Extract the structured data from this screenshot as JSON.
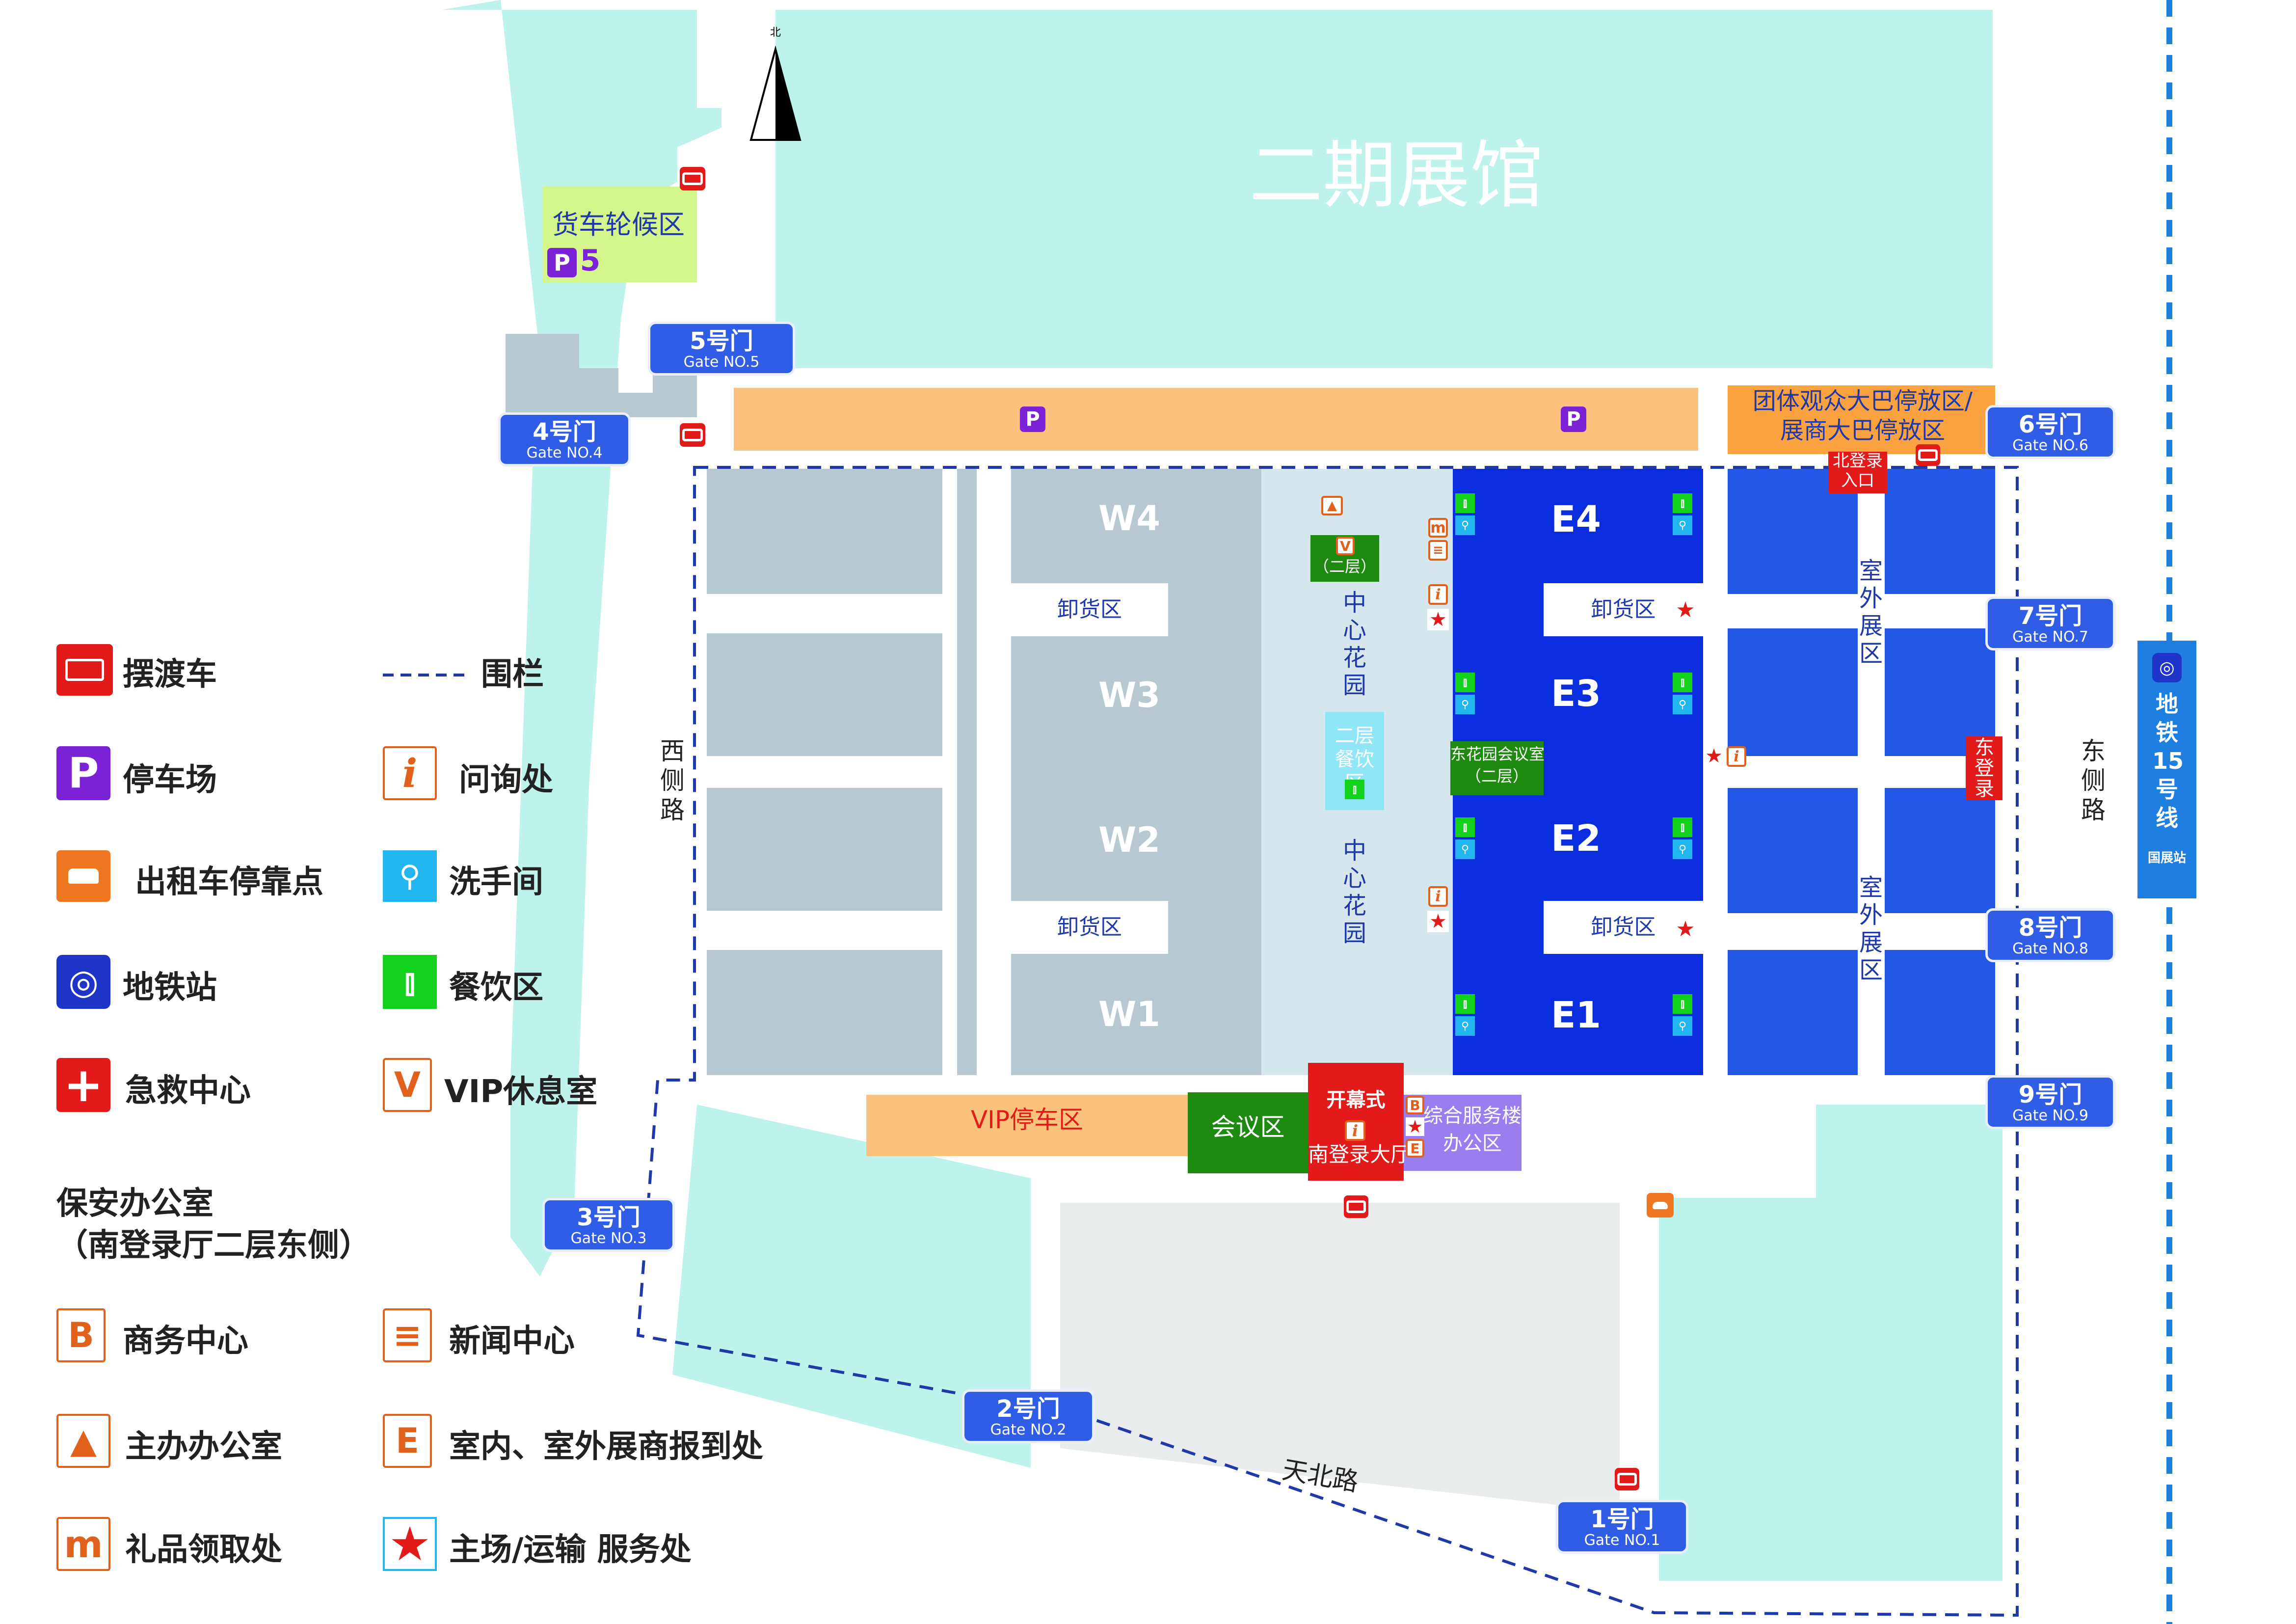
{
  "map": {
    "phase2_hall": "二期展馆",
    "compass_north": "北",
    "truck_waiting": "货车轮候区",
    "truck_parking_number": "5",
    "group_bus_parking_line1": "团体观众大巴停放区/",
    "group_bus_parking_line2": "展商大巴停放区",
    "north_registration_line1": "北登录",
    "north_registration_line2": "入口",
    "east_registration": "东登录",
    "west_road": "西侧路",
    "east_road": "东侧路",
    "tianbei_road": "天北路",
    "metro_line": "地铁15号线",
    "metro_station": "国展站",
    "center_garden": "中心花园",
    "dining_floor2": "二层餐饮区",
    "vip_second_floor": "（二层）",
    "east_garden_conf_line1": "东花园会议室",
    "east_garden_conf_line2": "（二层）",
    "unloading": "卸货区",
    "outdoor_exhibit": "室外展区",
    "vip_parking": "VIP停车区",
    "conference_area": "会议区",
    "opening_ceremony": "开幕式",
    "south_registration": "南登录大厅",
    "service_building_line1": "综合服务楼/",
    "service_building_line2": "办公区",
    "halls_west": [
      "W4",
      "W3",
      "W2",
      "W1"
    ],
    "halls_east": [
      "E4",
      "E3",
      "E2",
      "E1"
    ],
    "gates": [
      {
        "name": "1号门",
        "en": "Gate NO.1"
      },
      {
        "name": "2号门",
        "en": "Gate NO.2"
      },
      {
        "name": "3号门",
        "en": "Gate NO.3"
      },
      {
        "name": "4号门",
        "en": "Gate NO.4"
      },
      {
        "name": "5号门",
        "en": "Gate NO.5"
      },
      {
        "name": "6号门",
        "en": "Gate NO.6"
      },
      {
        "name": "7号门",
        "en": "Gate NO.7"
      },
      {
        "name": "8号门",
        "en": "Gate NO.8"
      },
      {
        "name": "9号门",
        "en": "Gate NO.9"
      }
    ],
    "icon_glyphs": {
      "parking": "P",
      "info": "i",
      "vip": "V",
      "business": "B",
      "registration": "E",
      "gift": "m",
      "star": "★"
    }
  },
  "legend": {
    "shuttle": "摆渡车",
    "fence": "围栏",
    "parking": "停车场",
    "info": "问询处",
    "taxi": "出租车停靠点",
    "restroom": "洗手间",
    "metro": "地铁站",
    "dining": "餐饮区",
    "first_aid": "急救中心",
    "vip_lounge": "VIP休息室",
    "security_line1": "保安办公室",
    "security_line2": "（南登录厅二层东侧）",
    "business_center": "商务中心",
    "press_center": "新闻中心",
    "organizer_office": "主办办公室",
    "exhibitor_registration": "室内、室外展商报到处",
    "gift_pickup": "礼品领取处",
    "service_desk": "主场/运输 服务处"
  },
  "colors": {
    "green_area": "#bdf3ea",
    "west_hall": "#b7c8d0",
    "east_hall": "#0a2de0",
    "outdoor": "#2358e6",
    "parking_strip": "#fbc27e",
    "gate": "#2f5de6",
    "red": "#e21a1a",
    "fence": "#1f3aa8"
  }
}
